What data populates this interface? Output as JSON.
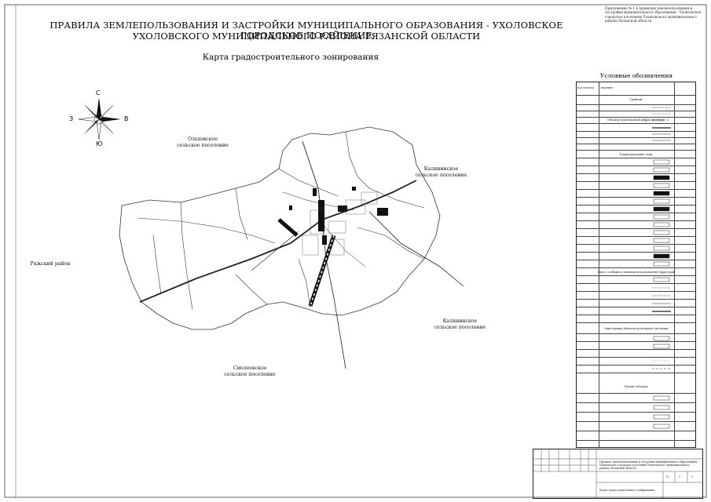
{
  "title": {
    "line1": "ПРАВИЛА ЗЕМЛЕПОЛЬЗОВАНИЯ И ЗАСТРОЙКИ МУНИЦИПАЛЬНОГО ОБРАЗОВАНИЯ - УХОЛОВСКОЕ ГОРОДСКОЕ ПОСЕЛЕНИЕ",
    "line2": "УХОЛОВСКОГО МУНИЦИПАЛЬНОГО РАЙОНА РЯЗАНСКОЙ ОБЛАСТИ"
  },
  "subtitle": "Карта градостроительного зонирования",
  "appendix": "Приложение № 1 к правилам землепользования и застройки муниципального образования - Уховловское городское поселение Уховловского муниципального района Рязанской области",
  "compass": {
    "n": "С",
    "s": "Ю",
    "w": "З",
    "e": "В"
  },
  "map_labels": {
    "olkhovskoe": "Ольховское\nсельское поселение",
    "kalininskoe_ne": "Калининское\nсельское поселение",
    "kalininskoe_se": "Калининское\nсельское поселение",
    "smolеевское": "Смолеевское\nсельское поселение",
    "ryazhsky": "Ряжский район"
  },
  "legend": {
    "title": "Условные обозначения",
    "header_code": "Код объекта",
    "header_name": "Значение",
    "sections": [
      "Границы",
      "Объекты транспортной инфраструктуры",
      "Территориальные зоны",
      "Зоны с особыми условиями использования территорий",
      "Зоны охраны объектов культурного наследия",
      "Прочие объекты"
    ]
  },
  "legend_colors": {
    "line": "#222222",
    "fill_dark": "#111111",
    "fill_light": "#ffffff"
  },
  "title_block": {
    "org_text": "Правила землепользования и застройки муниципального образования - Уховловское городское поселение Уховловского муниципального района Рязанской области",
    "sheet_name": "Карта градостроительного зонирования",
    "stage": "П",
    "sheet": "1",
    "sheets": "1"
  }
}
